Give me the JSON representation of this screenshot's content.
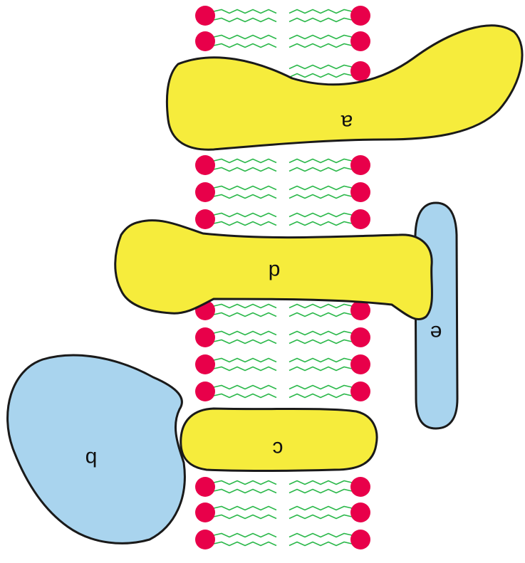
{
  "diagram": {
    "colors": {
      "lipid_head": "#e8004a",
      "lipid_tail": "#2bb84a",
      "peripheral_protein": "#a9d4ee",
      "integral_protein": "#f6ec3c",
      "outline": "#1a1a1a"
    },
    "proteins": [
      {
        "id": "a",
        "label": "a",
        "kind": "integral"
      },
      {
        "id": "b",
        "label": "b",
        "kind": "peripheral"
      },
      {
        "id": "c",
        "label": "c",
        "kind": "integral"
      },
      {
        "id": "d",
        "label": "d",
        "kind": "integral"
      },
      {
        "id": "e",
        "label": "e",
        "kind": "peripheral"
      }
    ]
  }
}
